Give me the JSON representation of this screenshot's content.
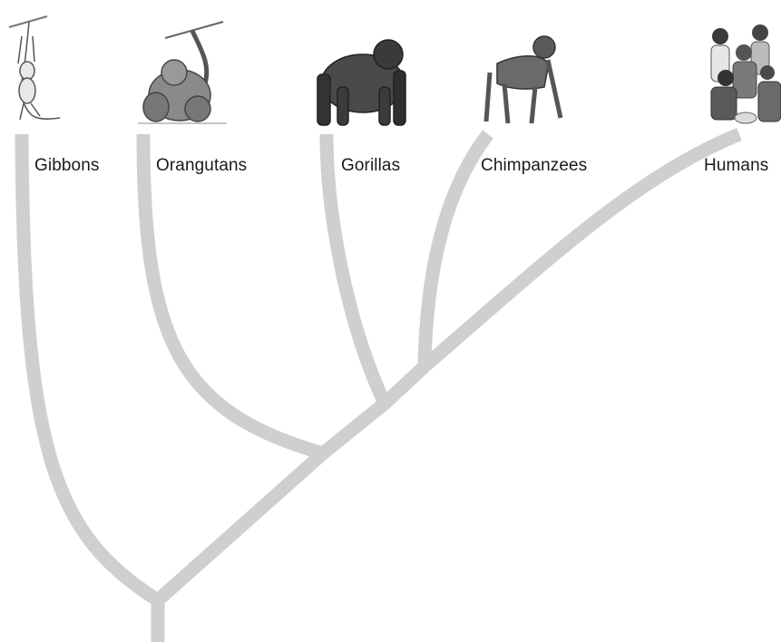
{
  "diagram": {
    "type": "phylogenetic-tree",
    "branch_color": "#cfcfcf",
    "taxa": [
      {
        "label": "Gibbons",
        "icon": "gibbon-illustration"
      },
      {
        "label": "Orangutans",
        "icon": "orangutan-illustration"
      },
      {
        "label": "Gorillas",
        "icon": "gorilla-illustration"
      },
      {
        "label": "Chimpanzees",
        "icon": "chimpanzee-illustration"
      },
      {
        "label": "Humans",
        "icon": "humans-group-photo"
      }
    ]
  }
}
